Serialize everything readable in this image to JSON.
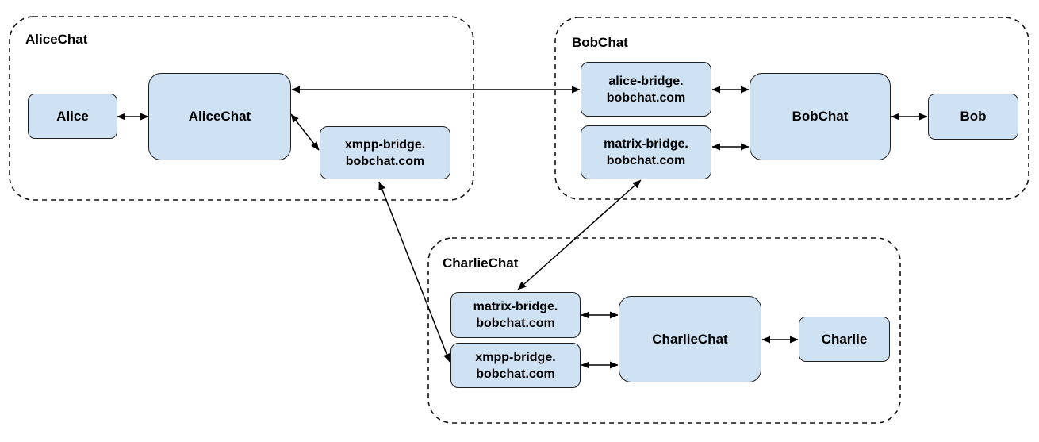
{
  "diagram": {
    "colors": {
      "background": "#ffffff",
      "node_fill": "#cfe2f3",
      "node_border": "#1f1f1f",
      "edge": "#000000"
    },
    "groups": {
      "alice": {
        "label": "AliceChat"
      },
      "bob": {
        "label": "BobChat"
      },
      "charlie": {
        "label": "CharlieChat"
      }
    },
    "nodes": {
      "alice_user": {
        "label": "Alice"
      },
      "alice_server": {
        "label": "AliceChat"
      },
      "alice_xmpp_bridge": {
        "line1": "xmpp-bridge.",
        "line2": "bobchat.com"
      },
      "bob_alice_bridge": {
        "line1": "alice-bridge.",
        "line2": "bobchat.com"
      },
      "bob_matrix_bridge": {
        "line1": "matrix-bridge.",
        "line2": "bobchat.com"
      },
      "bob_server": {
        "label": "BobChat"
      },
      "bob_user": {
        "label": "Bob"
      },
      "charlie_matrix_bridge": {
        "line1": "matrix-bridge.",
        "line2": "bobchat.com"
      },
      "charlie_xmpp_bridge": {
        "line1": "xmpp-bridge.",
        "line2": "bobchat.com"
      },
      "charlie_server": {
        "label": "CharlieChat"
      },
      "charlie_user": {
        "label": "Charlie"
      }
    },
    "edges": [
      {
        "from": "alice_user",
        "to": "alice_server",
        "bidirectional": true
      },
      {
        "from": "alice_server",
        "to": "bob_alice_bridge",
        "bidirectional": true
      },
      {
        "from": "alice_server",
        "to": "alice_xmpp_bridge",
        "bidirectional": true
      },
      {
        "from": "alice_xmpp_bridge",
        "to": "charlie_xmpp_bridge",
        "bidirectional": true
      },
      {
        "from": "bob_alice_bridge",
        "to": "bob_server",
        "bidirectional": true
      },
      {
        "from": "bob_matrix_bridge",
        "to": "bob_server",
        "bidirectional": true
      },
      {
        "from": "bob_server",
        "to": "bob_user",
        "bidirectional": true
      },
      {
        "from": "bob_matrix_bridge",
        "to": "charlie_matrix_bridge",
        "bidirectional": true
      },
      {
        "from": "charlie_matrix_bridge",
        "to": "charlie_server",
        "bidirectional": true
      },
      {
        "from": "charlie_xmpp_bridge",
        "to": "charlie_server",
        "bidirectional": true
      },
      {
        "from": "charlie_server",
        "to": "charlie_user",
        "bidirectional": true
      }
    ]
  }
}
